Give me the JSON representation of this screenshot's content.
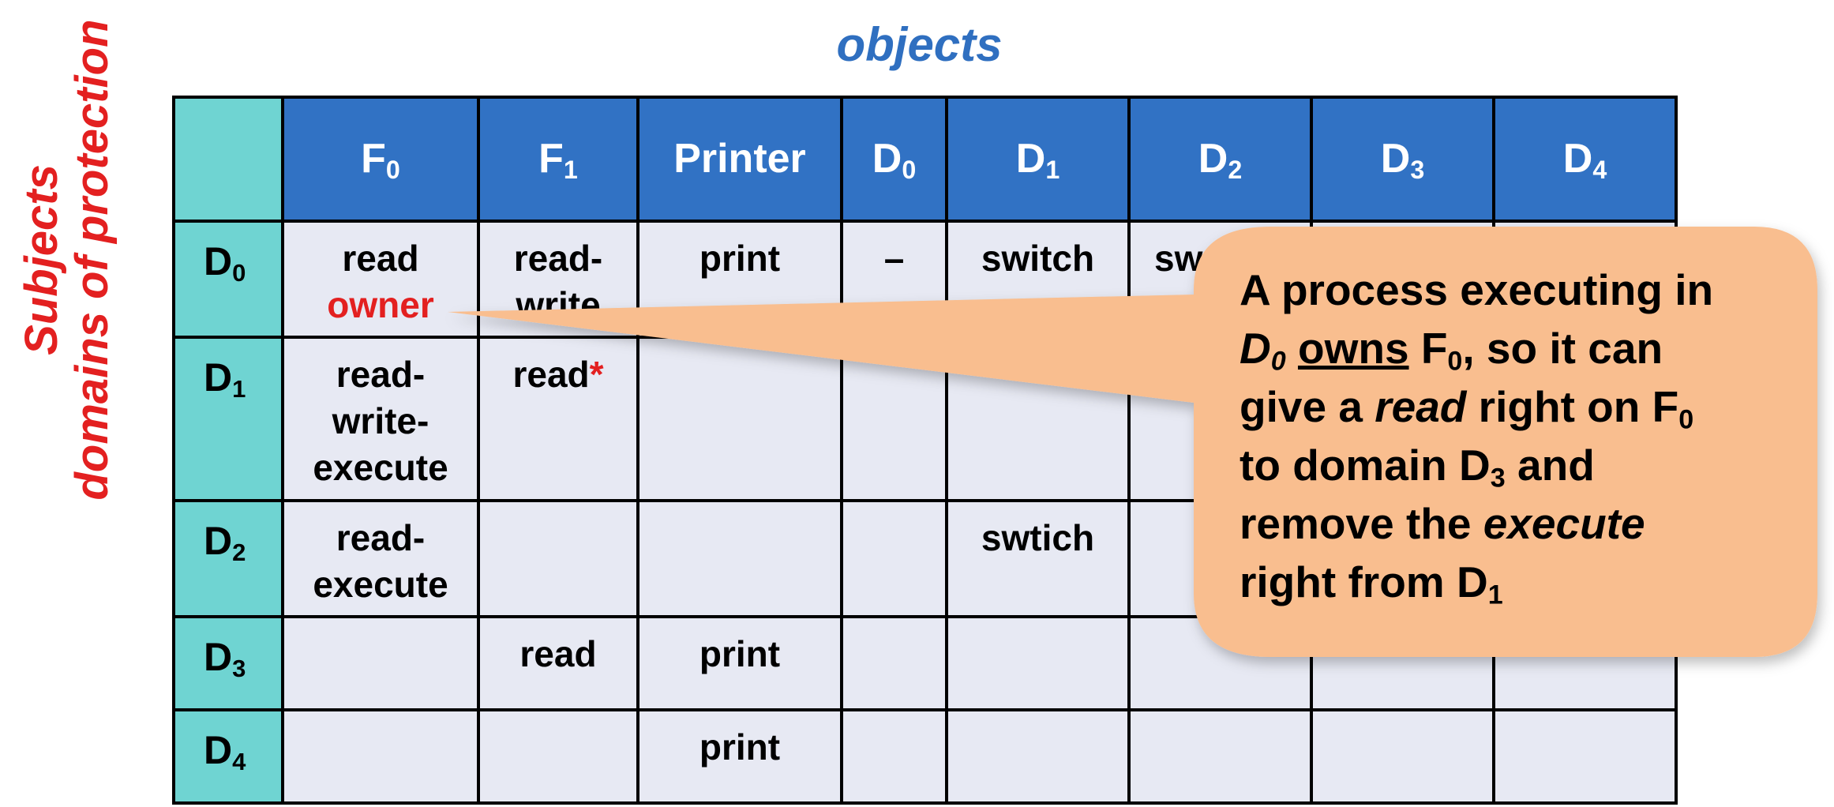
{
  "header": {
    "objects_label": "objects"
  },
  "sidebar": {
    "subjects_label": "Subjects",
    "domains_label": "domains of protection"
  },
  "columns": [
    {
      "base": "F",
      "sub": "0"
    },
    {
      "base": "F",
      "sub": "1"
    },
    {
      "base": "Printer",
      "sub": ""
    },
    {
      "base": "D",
      "sub": "0"
    },
    {
      "base": "D",
      "sub": "1"
    },
    {
      "base": "D",
      "sub": "2"
    },
    {
      "base": "D",
      "sub": "3"
    },
    {
      "base": "D",
      "sub": "4"
    }
  ],
  "rows": [
    {
      "base": "D",
      "sub": "0"
    },
    {
      "base": "D",
      "sub": "1"
    },
    {
      "base": "D",
      "sub": "2"
    },
    {
      "base": "D",
      "sub": "3"
    },
    {
      "base": "D",
      "sub": "4"
    }
  ],
  "cells": {
    "r0": {
      "c0_a": "read",
      "c0_b": "owner",
      "c1_a": "read-",
      "c1_b": "write",
      "c2": "print",
      "c3": "–",
      "c4": "switch",
      "c5": "sw"
    },
    "r1": {
      "c0_a": "read-",
      "c0_b": "write-",
      "c0_c": "execute",
      "c1_a": "read",
      "c1_star": "*"
    },
    "r2": {
      "c0_a": "read-",
      "c0_b": "execute",
      "c4": "swtich"
    },
    "r3": {
      "c1": "read",
      "c2": "print"
    },
    "r4": {
      "c2": "print"
    }
  },
  "callout": {
    "line1": "A process executing in",
    "d_base": "D",
    "d_sub": "0",
    "owns": "owns",
    "f0_base": "F",
    "f0_sub": "0",
    "so_it_can": ", so it can",
    "give_a": "give a ",
    "read": "read",
    "right_on": " right on ",
    "f_base": "F",
    "f_sub": "0",
    "to_domain": "to domain ",
    "d3_base": "D",
    "d3_sub": "3",
    "and": " and",
    "remove_the": "remove the ",
    "execute": "execute",
    "right_from": "right from ",
    "d1_base": "D",
    "d1_sub": "1"
  },
  "colors": {
    "header_blue": "#3172c4",
    "row_teal": "#6fd4d2",
    "cell_bg": "#e7e9f3",
    "accent_red": "#e32020",
    "callout_fill": "#f9be8f"
  }
}
